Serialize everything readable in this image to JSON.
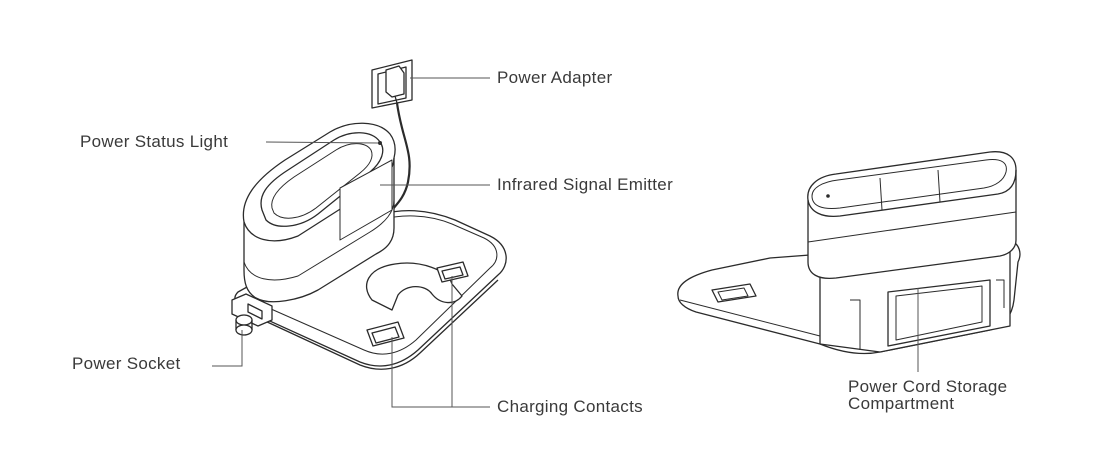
{
  "labels": {
    "power_adapter": "Power Adapter",
    "power_status_light": "Power Status Light",
    "infrared_signal_emitter": "Infrared Signal Emitter",
    "power_socket": "Power Socket",
    "charging_contacts": "Charging Contacts",
    "power_cord_storage_line1": "Power Cord Storage",
    "power_cord_storage_line2": "Compartment"
  },
  "colors": {
    "stroke": "#2b2b2b",
    "leader": "#555555",
    "text": "#3a3a3a"
  }
}
